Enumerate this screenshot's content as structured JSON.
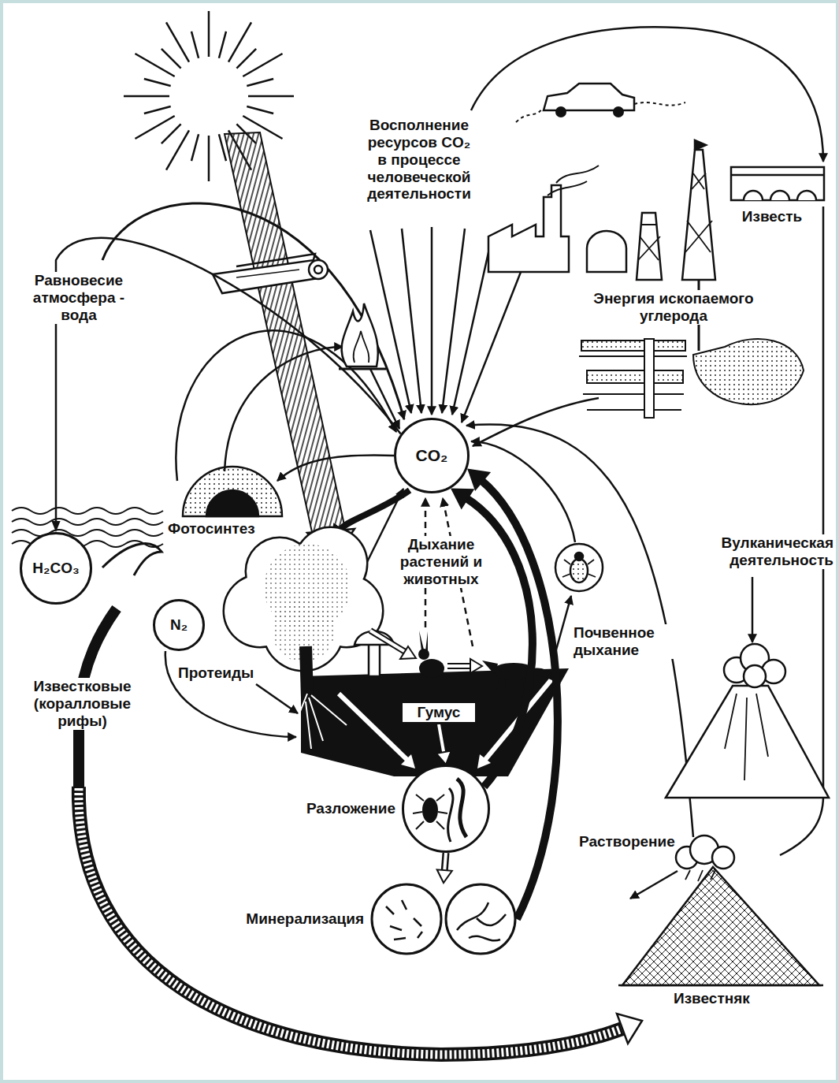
{
  "diagram": {
    "nodes": [
      {
        "text": [
          "CO₂"
        ]
      },
      {
        "text": [
          "H₂CO₃"
        ]
      },
      {
        "text": [
          "N₂"
        ]
      },
      {
        "text": [
          "Гумус"
        ]
      },
      {
        "text": [
          "Разложение"
        ]
      },
      {
        "text": [
          "Минерализация"
        ]
      }
    ],
    "edges": [
      {
        "from": 0,
        "to": 1,
        "arrow": "to",
        "label": "Равновесие атмосфера - вода"
      },
      {
        "from": 3,
        "to": 4,
        "arrow": "to"
      },
      {
        "from": 4,
        "to": 5,
        "arrow": "to"
      },
      {
        "from": 4,
        "to": 0,
        "arrow": "to"
      },
      {
        "from": 5,
        "to": 0,
        "arrow": "to"
      }
    ],
    "labels": [
      "Восполнение ресурсов CO₂ в процессе человеческой деятельности",
      "Известь",
      "Энергия ископаемого углерода",
      "Фотосинтез",
      "Дыхание растений и животных",
      "Вулканическая деятельность",
      "Почвенное дыхание",
      "Протеиды",
      "Известковые (коралловые рифы)",
      "Растворение",
      "Известняк"
    ]
  }
}
